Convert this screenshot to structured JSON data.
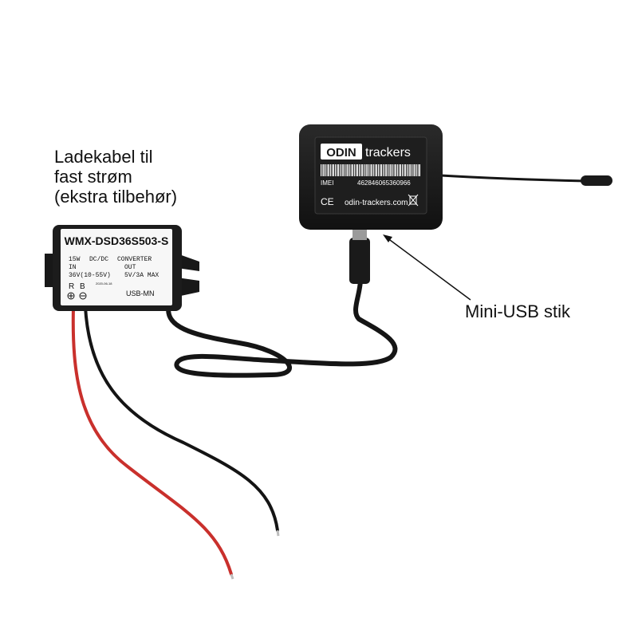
{
  "captions": {
    "charger_lines": [
      "Ladekabel til",
      "fast strøm",
      "(ekstra tilbehør)"
    ],
    "connector": "Mini-USB stik"
  },
  "converter": {
    "model": "WMX-DSD36S503-S",
    "line1_left": "15W",
    "line1_mid": "DC/DC",
    "line1_right": "CONVERTER",
    "line2_left": "IN",
    "line2_right": "OUT",
    "line3_left": "36V(10-55V)",
    "line3_right": "5V/3A MAX",
    "date": "2020-06-18",
    "pin_r": "R",
    "pin_b": "B",
    "usb_type": "USB-MN"
  },
  "tracker": {
    "logo_box": "ODIN",
    "logo_text": "trackers",
    "imei_label": "IMEI",
    "imei": "462846065360966",
    "ce_mark": "CE",
    "website": "odin-trackers.com"
  },
  "colors": {
    "red_wire": "#c9302c",
    "black_wire": "#141414",
    "device_body": "#1c1c1c",
    "label_bg": "#f7f7f7"
  }
}
